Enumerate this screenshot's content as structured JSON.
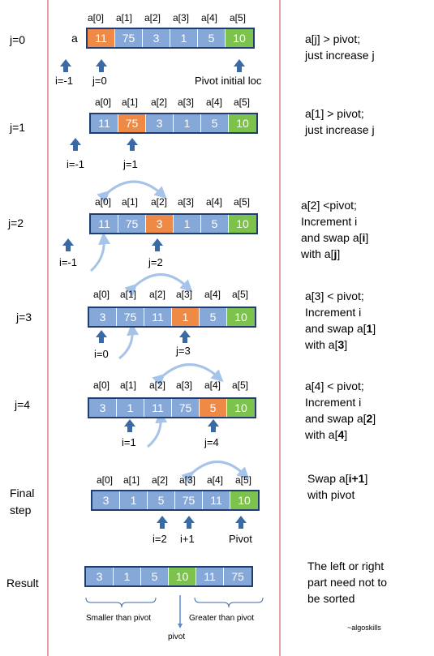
{
  "steps": [
    {
      "label": "j=0",
      "indices": [
        "a[0]",
        "a[1]",
        "a[2]",
        "a[3]",
        "a[4]",
        "a[5]"
      ],
      "array_name": "a",
      "cells": [
        {
          "v": "11",
          "c": "orange"
        },
        {
          "v": "75",
          "c": "blue"
        },
        {
          "v": "3",
          "c": "blue"
        },
        {
          "v": "1",
          "c": "blue"
        },
        {
          "v": "5",
          "c": "blue"
        },
        {
          "v": "10",
          "c": "green"
        }
      ],
      "pointers": [
        "i=-1",
        "j=0",
        "Pivot initial loc"
      ],
      "desc": [
        "a[j] > pivot;",
        "just increase j"
      ]
    },
    {
      "label": "j=1",
      "indices": [
        "a[0]",
        "a[1]",
        "a[2]",
        "a[3]",
        "a[4]",
        "a[5]"
      ],
      "cells": [
        {
          "v": "11",
          "c": "blue"
        },
        {
          "v": "75",
          "c": "orange"
        },
        {
          "v": "3",
          "c": "blue"
        },
        {
          "v": "1",
          "c": "blue"
        },
        {
          "v": "5",
          "c": "blue"
        },
        {
          "v": "10",
          "c": "green"
        }
      ],
      "pointers": [
        "i=-1",
        "j=1"
      ],
      "desc": [
        "a[1] > pivot;",
        "just increase j"
      ]
    },
    {
      "label": "j=2",
      "indices": [
        "a[0]",
        "a[1]",
        "a[2]",
        "a[3]",
        "a[4]",
        "a[5]"
      ],
      "cells": [
        {
          "v": "11",
          "c": "blue"
        },
        {
          "v": "75",
          "c": "blue"
        },
        {
          "v": "3",
          "c": "orange"
        },
        {
          "v": "1",
          "c": "blue"
        },
        {
          "v": "5",
          "c": "blue"
        },
        {
          "v": "10",
          "c": "green"
        }
      ],
      "pointers": [
        "i=-1",
        "j=2"
      ],
      "desc": [
        "a[2] <pivot;",
        "Increment i",
        "and swap a[",
        "i",
        "]",
        "with a[",
        "j",
        "]"
      ]
    },
    {
      "label": "j=3",
      "indices": [
        "a[0]",
        "a[1]",
        "a[2]",
        "a[3]",
        "a[4]",
        "a[5]"
      ],
      "cells": [
        {
          "v": "3",
          "c": "blue"
        },
        {
          "v": "75",
          "c": "blue"
        },
        {
          "v": "11",
          "c": "blue"
        },
        {
          "v": "1",
          "c": "orange"
        },
        {
          "v": "5",
          "c": "blue"
        },
        {
          "v": "10",
          "c": "green"
        }
      ],
      "pointers": [
        "i=0",
        "j=3"
      ],
      "desc": [
        "a[3] < pivot;",
        "Increment i",
        "and swap a[",
        "1",
        "]",
        "with a[",
        "3",
        "]"
      ]
    },
    {
      "label": "j=4",
      "indices": [
        "a[0]",
        "a[1]",
        "a[2]",
        "a[3]",
        "a[4]",
        "a[5]"
      ],
      "cells": [
        {
          "v": "3",
          "c": "blue"
        },
        {
          "v": "1",
          "c": "blue"
        },
        {
          "v": "11",
          "c": "blue"
        },
        {
          "v": "75",
          "c": "blue"
        },
        {
          "v": "5",
          "c": "orange"
        },
        {
          "v": "10",
          "c": "green"
        }
      ],
      "pointers": [
        "i=1",
        "j=4"
      ],
      "desc": [
        "a[4] < pivot;",
        "Increment i",
        "and swap a[",
        "2",
        "]",
        "with a[",
        "4",
        "]"
      ]
    },
    {
      "label_line1": "Final",
      "label_line2": "step",
      "indices": [
        "a[0]",
        "a[1]",
        "a[2]",
        "a[3]",
        "a[4]",
        "a[5]"
      ],
      "cells": [
        {
          "v": "3",
          "c": "blue"
        },
        {
          "v": "1",
          "c": "blue"
        },
        {
          "v": "5",
          "c": "blue"
        },
        {
          "v": "75",
          "c": "blue"
        },
        {
          "v": "11",
          "c": "blue"
        },
        {
          "v": "10",
          "c": "green"
        }
      ],
      "pointers": [
        "i=2",
        "i+1",
        "Pivot"
      ],
      "desc": [
        "Swap a[",
        "i+1",
        "]",
        "with pivot"
      ]
    },
    {
      "label": "Result",
      "cells": [
        {
          "v": "3",
          "c": "blue"
        },
        {
          "v": "1",
          "c": "blue"
        },
        {
          "v": "5",
          "c": "blue"
        },
        {
          "v": "10",
          "c": "green"
        },
        {
          "v": "11",
          "c": "blue"
        },
        {
          "v": "75",
          "c": "blue"
        }
      ],
      "smaller": "Smaller than pivot",
      "greater": "Greater than pivot",
      "pivot": "pivot",
      "desc": [
        "The left or right",
        "part need not to",
        "be sorted"
      ]
    }
  ],
  "credit": "~algoskills",
  "colors": {
    "blue": "#86a8d9",
    "orange": "#ee8a45",
    "green": "#7cc24d",
    "border": "#1f3d72",
    "arrow": "#3a6aa6",
    "line": "#e3a3a6"
  }
}
